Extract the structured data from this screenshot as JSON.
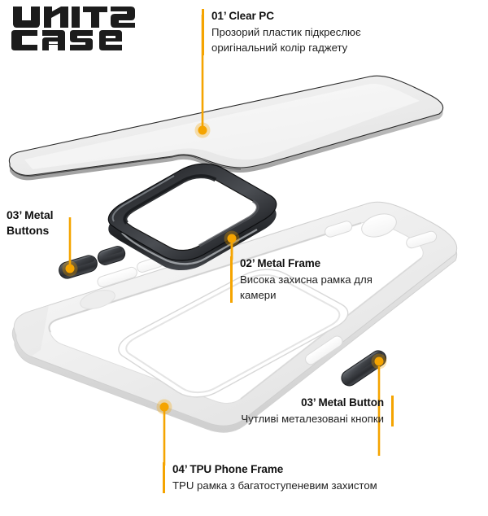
{
  "brand": {
    "line1": "UNIT2",
    "line2": "CASE",
    "logo_icon": "unit2-case-wordmark",
    "color": "#1c1c1c"
  },
  "theme": {
    "accent": "#F5A400",
    "text": "#111111",
    "background": "#FFFFFF",
    "metal_dark": "#3a3c40",
    "case_white": "#EFEFEF"
  },
  "callouts": [
    {
      "id": "01",
      "title": "01’ Clear PC",
      "body": "Прозорий пластик підкреслює оригінальний колір гаджету",
      "bar": "left",
      "target": "clear-pc-panel"
    },
    {
      "id": "02",
      "title": "02’ Metal Frame",
      "body": "Висока захисна рамка для камери",
      "bar": "left",
      "target": "metal-camera-frame"
    },
    {
      "id": "03a",
      "title": "03’ Metal Buttons",
      "body": "",
      "bar": "none",
      "target": "metal-buttons-pair"
    },
    {
      "id": "03b",
      "title": "03’ Metal Button",
      "body": "Чутливі металезовані кнопки",
      "bar": "right",
      "target": "metal-button-single"
    },
    {
      "id": "04",
      "title": "04’ TPU Phone Frame",
      "body": "TPU рамка з багатоступеневим захистом",
      "bar": "left",
      "target": "tpu-phone-frame"
    }
  ],
  "parts": {
    "clear_pc_panel": "Clear PC back panel",
    "metal_camera_frame": "Metal camera frame ring",
    "metal_buttons_pair": "Pair of metal side buttons",
    "metal_button_single": "Single metal side button",
    "tpu_phone_frame": "TPU phone frame body"
  }
}
